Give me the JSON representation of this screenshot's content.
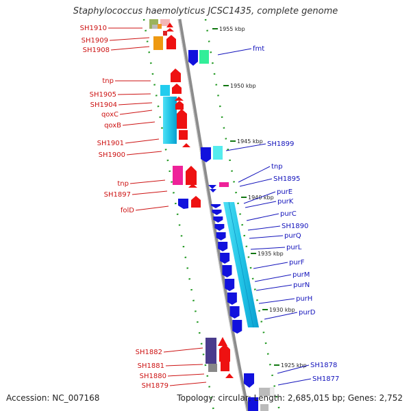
{
  "title": "Staphylococcus haemolyticus JCSC1435, complete genome",
  "footer": {
    "accession": "Accession: NC_007168",
    "topology": "Topology: circular; Length: 2,685,015 bp; Genes: 2,752"
  },
  "colors": {
    "forward_gene": "#ee1111",
    "reverse_gene": "#1111dd",
    "left_label": "#cc1111",
    "right_label": "#1111bb",
    "backbone": "#8c8c8c",
    "tick": "#117711"
  },
  "kbp_ticks": [
    {
      "kbp": 1955,
      "label": "1955 kbp"
    },
    {
      "kbp": 1950,
      "label": "1950 kbp"
    },
    {
      "kbp": 1945,
      "label": "1945 kbp"
    },
    {
      "kbp": 1940,
      "label": "1940 kbp"
    },
    {
      "kbp": 1935,
      "label": "1935 kbp"
    },
    {
      "kbp": 1930,
      "label": "1930 kbp"
    },
    {
      "kbp": 1925,
      "label": "1925 kbp"
    }
  ],
  "left_labels": [
    "SH1910",
    "SH1909",
    "SH1908",
    "tnp",
    "SH1905",
    "SH1904",
    "qoxC",
    "qoxB",
    "SH1901",
    "SH1900",
    "tnp",
    "SH1897",
    "folD",
    "SH1882",
    "SH1881",
    "SH1880",
    "SH1879"
  ],
  "right_labels": [
    "fmt",
    "SH1899",
    "tnp",
    "SH1895",
    "purE",
    "purK",
    "purC",
    "SH1890",
    "purQ",
    "purL",
    "purF",
    "purM",
    "purN",
    "purH",
    "purD",
    "SH1878",
    "SH1877"
  ]
}
